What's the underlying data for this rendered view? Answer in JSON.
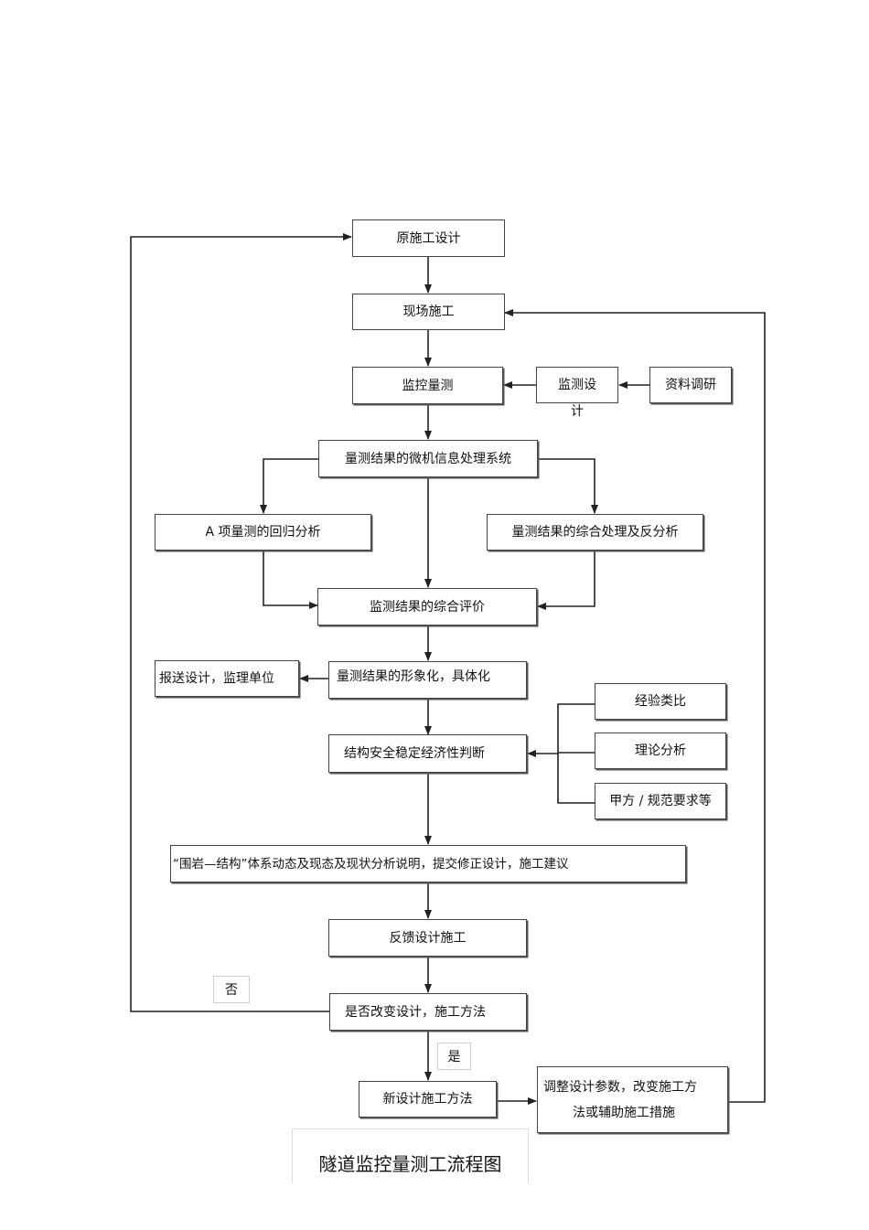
{
  "title": "隧道监控量测工流程图",
  "nodes": {
    "original_design": "原施工设计",
    "site_construction": "现场施工",
    "monitoring_measurement": "监控量测",
    "monitoring_design_line1": "监测设",
    "monitoring_design_line2": "计",
    "data_research": "资料调研",
    "micro_processing": "量测结果的微机信息处理系统",
    "regression_analysis": "A 项量测的回归分析",
    "comprehensive_processing": "量测结果的综合处理及反分析",
    "comprehensive_evaluation": "监测结果的综合评价",
    "report": "报送设计，监理单位",
    "visualization": "量测结果的形象化，具体化",
    "experience_analogy": "经验类比",
    "theory_analysis": "理论分析",
    "owner_requirements": "甲方 / 规范要求等",
    "safety_judgment": "结构安全稳定经济性判断",
    "system_analysis": "“围岩—结构”体系动态及现态及现状分析说明，提交修正设计，施工建议",
    "feedback": "反馈设计施工",
    "decision": "是否改变设计，施工方法",
    "new_method": "新设计施工方法",
    "adjust_line1": "调整设计参数，改变施工方",
    "adjust_line2": "法或辅助施工措施"
  },
  "edge_labels": {
    "no": "否",
    "yes": "是"
  },
  "colors": {
    "line": "#222222",
    "border": "#444444"
  }
}
